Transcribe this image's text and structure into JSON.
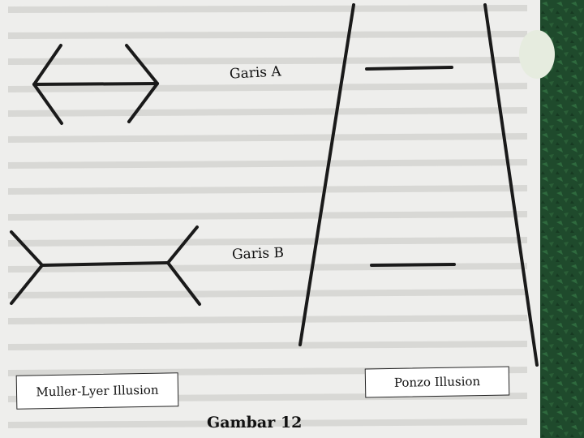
{
  "labels": {
    "line_a": "Garis A",
    "line_b": "Garis B",
    "muller_lyer": "Muller-Lyer Illusion",
    "ponzo": "Ponzo Illusion",
    "caption": "Gambar 12"
  },
  "colors": {
    "paper": "#eeeeec",
    "ink": "#1a1a1a",
    "sidebar": "#1f4a2c",
    "sidebar_texture": "#2f6a3e",
    "bubble": "#e6ecdf"
  }
}
